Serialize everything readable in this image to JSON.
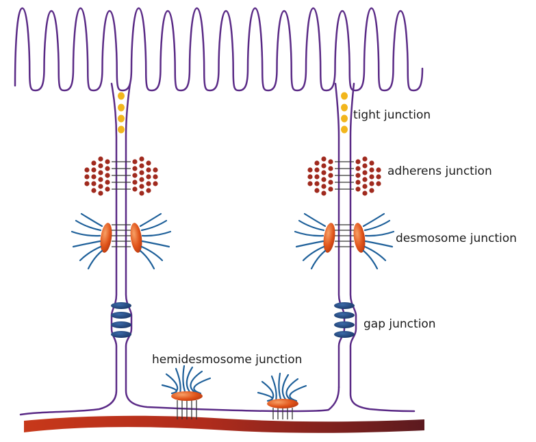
{
  "labels": {
    "tight": "tight junction",
    "adherens": "adherens junction",
    "desmosome": "desmosome junction",
    "gap": "gap junction",
    "hemidesmosome": "hemidesmosome junction"
  },
  "colors": {
    "membrane": "#5a2a86",
    "tight_junction": "#f2b61c",
    "adherens_dots": "#a02a1e",
    "desmosome_plaque": "#e0541a",
    "filaments": "#1d5f99",
    "gap_junction": "#1e3f78",
    "basement_light": "#c7381a",
    "basement_dark": "#5b1a1f",
    "connector": "#333333"
  }
}
